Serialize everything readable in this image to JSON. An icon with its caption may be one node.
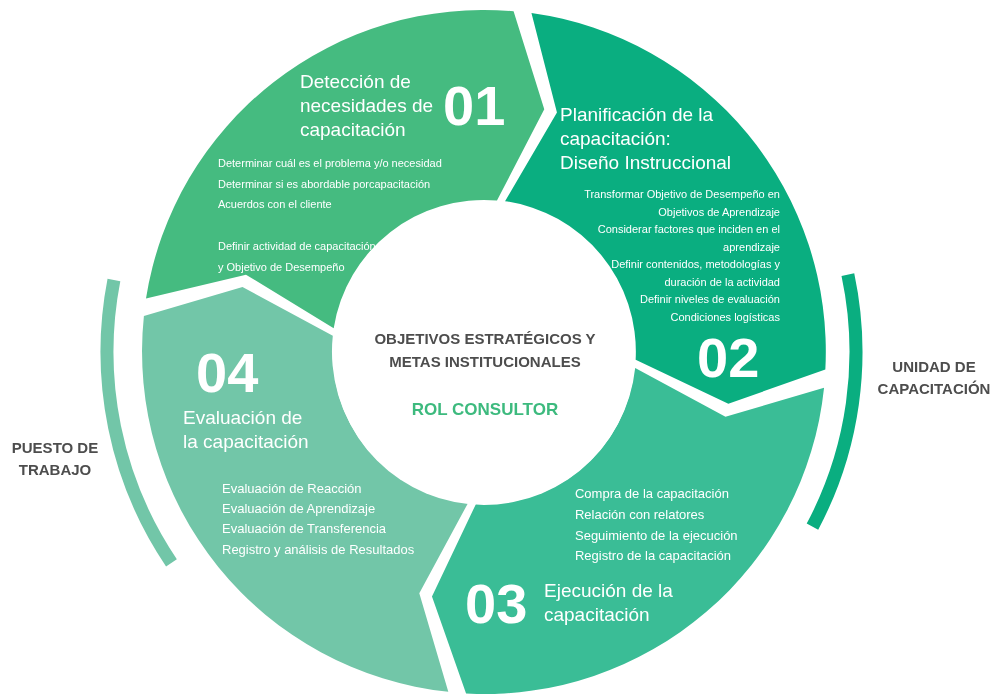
{
  "diagram": {
    "nodes": [
      {
        "text": [
          "Detección de necesidades de capacitación",
          "01",
          "Determinar cuál es el problema y/o necesidad",
          "Determinar si es abordable porcapacitación",
          "Acuerdos con el cliente",
          "Definir actividad de capacitación y Objetivo de Desempeño"
        ]
      },
      {
        "text": [
          "Planificación de la capacitación: Diseño Instruccional",
          "Transformar Objetivo de Desempeño en Objetivos de Aprendizaje",
          "Considerar factores que inciden en el aprendizaje",
          "Definir contenidos, metodologías y duración de la actividad",
          "Definir niveles de evaluación",
          "Condiciones logísticas",
          "02"
        ]
      },
      {
        "text": [
          "Compra de la capacitación",
          "Relación con relatores",
          "Seguimiento de la ejecución",
          "Registro de la capacitación",
          "03",
          "Ejecución de la capacitación"
        ]
      },
      {
        "text": [
          "04",
          "Evaluación de la capacitación",
          "Evaluación de Reacción",
          "Evaluación de Aprendizaje",
          "Evaluación de Transferencia",
          "Registro y análisis de Resultados"
        ]
      },
      {
        "text": [
          "OBJETIVOS ESTRATÉGICOS Y METAS INSTITUCIONALES",
          "ROL CONSULTOR"
        ]
      }
    ],
    "labels": [
      "UNIDAD DE CAPACITACIÓN",
      "PUESTO DE TRABAJO"
    ]
  }
}
